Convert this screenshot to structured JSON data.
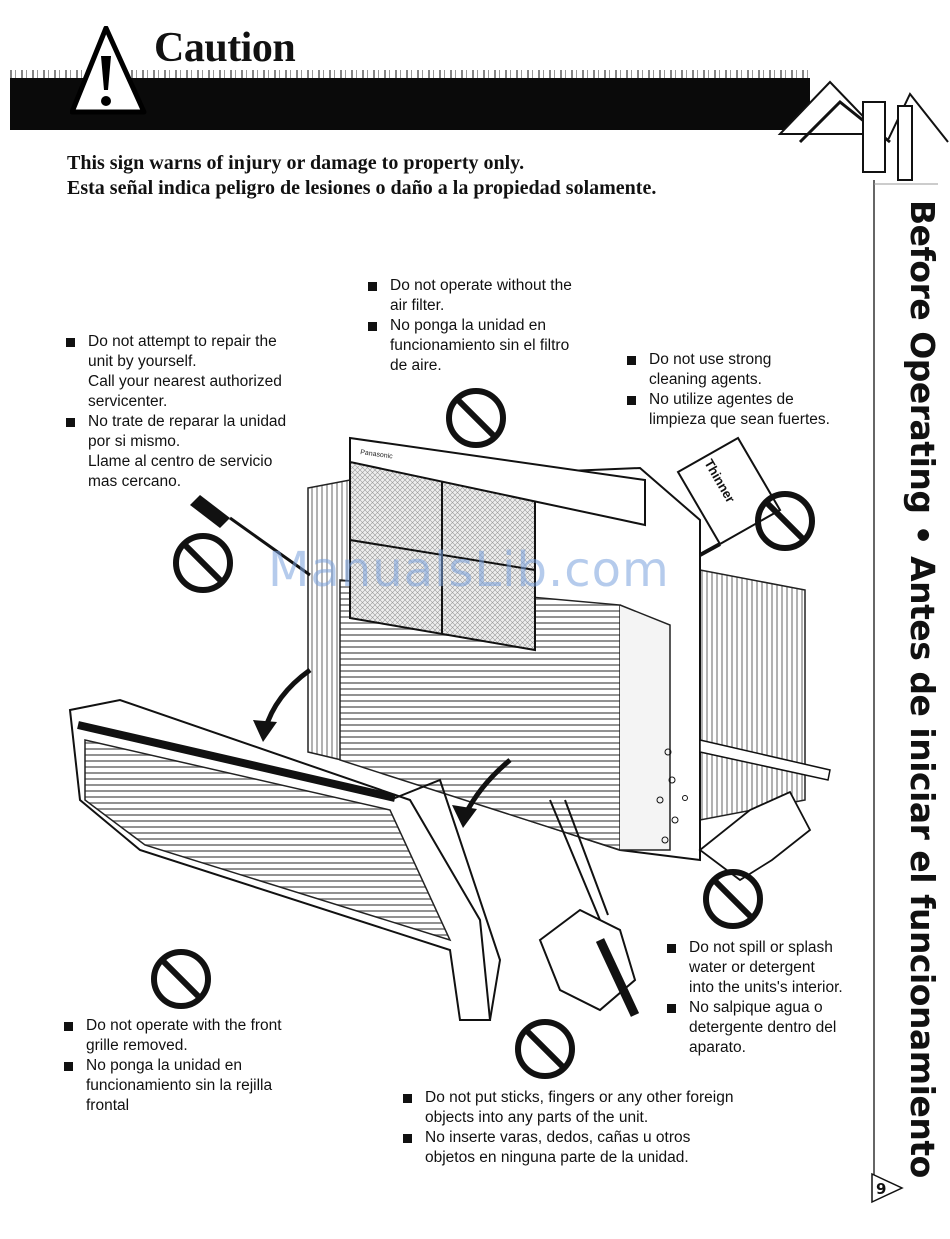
{
  "header": {
    "title": "Caution",
    "subtitle_en": "This sign warns of injury or damage to property only.",
    "subtitle_es": "Esta señal indica peligro de lesiones o daño a la propiedad solamente."
  },
  "side_tab": {
    "text": "Before Operating • Antes de iniciar el funcionamiento"
  },
  "page_number": "9",
  "watermark": "ManualsLib.com",
  "illustration": {
    "thinner_label": "Thinner",
    "brand_label": "Panasonic"
  },
  "cautions": [
    {
      "en": [
        "Do not attempt to repair the",
        "unit by yourself.",
        "Call your nearest authorized",
        "servicenter."
      ],
      "es": [
        "No trate de reparar la unidad",
        "por si mismo.",
        "Llame al centro de servicio",
        "mas cercano."
      ]
    },
    {
      "en": [
        "Do not operate without the",
        "air filter."
      ],
      "es": [
        "No ponga la unidad en",
        "funcionamiento sin el filtro",
        "de aire."
      ]
    },
    {
      "en": [
        "Do not use strong",
        "cleaning agents."
      ],
      "es": [
        "No utilize agentes de",
        "limpieza que sean fuertes."
      ]
    },
    {
      "en": [
        "Do not spill or splash",
        "water or detergent",
        "into the units's interior."
      ],
      "es": [
        "No salpique agua o",
        "detergente dentro del",
        "aparato."
      ]
    },
    {
      "en": [
        "Do not operate with the front",
        "grille removed."
      ],
      "es": [
        "No ponga la unidad en",
        "funcionamiento sin la rejilla",
        "frontal"
      ]
    },
    {
      "en": [
        "Do not put sticks, fingers or any other foreign",
        "objects into any parts of the unit."
      ],
      "es": [
        "No inserte varas, dedos, cañas u otros",
        "objetos en ninguna parte de la unidad."
      ]
    }
  ]
}
